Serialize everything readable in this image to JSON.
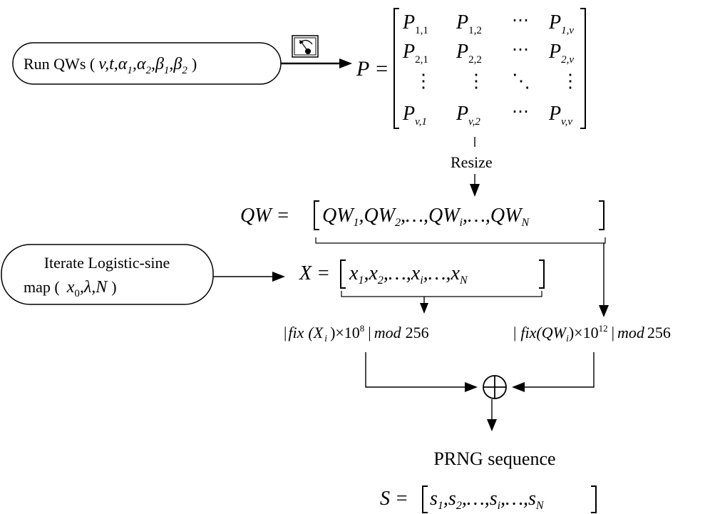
{
  "run_qws": {
    "label": "Run QWs (",
    "params": "v,t,α",
    "sub1": "1",
    "comma_a2": ",α",
    "sub2": "2",
    "comma_b1": ",β",
    "sub3": "1",
    "comma_b2": ",β",
    "sub4": "2",
    "close": ")"
  },
  "matrix": {
    "lhs": "P =",
    "cells": [
      {
        "base": "P",
        "sub": "1,1"
      },
      {
        "base": "P",
        "sub": "1,2"
      },
      {
        "base": "⋯",
        "sub": ""
      },
      {
        "base": "P",
        "sub": "1,v"
      },
      {
        "base": "P",
        "sub": "2,1"
      },
      {
        "base": "P",
        "sub": "2,2"
      },
      {
        "base": "⋯",
        "sub": ""
      },
      {
        "base": "P",
        "sub": "2,v"
      },
      {
        "base": "⋮",
        "sub": ""
      },
      {
        "base": "⋮",
        "sub": ""
      },
      {
        "base": "⋱",
        "sub": ""
      },
      {
        "base": "⋮",
        "sub": ""
      },
      {
        "base": "P",
        "sub": "v,1"
      },
      {
        "base": "P",
        "sub": "v,2"
      },
      {
        "base": "⋯",
        "sub": ""
      },
      {
        "base": "P",
        "sub": "v,v"
      }
    ]
  },
  "resize_label": "Resize",
  "qw": {
    "lhs": "QW =",
    "t1": "QW",
    "s1": "1",
    "t2": ",QW",
    "s2": "2",
    "t3": ",…,QW",
    "s3": "i",
    "t4": ",…,QW",
    "s4": "N"
  },
  "logistic": {
    "line1": "Iterate Logistic-sine",
    "line2_a": "map (",
    "line2_x": "x",
    "line2_sub": "0",
    "line2_b": ",λ,N",
    "line2_c": ")"
  },
  "x_seq": {
    "lhs": "X =",
    "t1": "x",
    "s1": "1",
    "t2": ",x",
    "s2": "2",
    "t3": ",…,x",
    "s3": "i",
    "t4": ",…,x",
    "s4": "N"
  },
  "fix_x": {
    "bar": "|",
    "fn": "fix",
    "arg_open": "(X",
    "arg_sub": "i",
    "arg_close": ")×10",
    "exp": "8",
    "bar2": "|",
    "mod": "mod",
    "n": "256"
  },
  "fix_qw": {
    "bar": "|",
    "fn": "fix",
    "arg_open": "(QW",
    "arg_sub": "i",
    "arg_close": ")×10",
    "exp": "12",
    "bar2": "|",
    "mod": "mod",
    "n": "256"
  },
  "xor_symbol": "⊕",
  "prng_label": "PRNG sequence",
  "s_seq": {
    "lhs": "S =",
    "t1": "s",
    "s1": "1",
    "t2": ",s",
    "s2": "2",
    "t3": ",…,s",
    "s3": "i",
    "t4": ",…,s",
    "s4": "N"
  },
  "icons": {
    "quantum_measure": "measurement-dial-icon"
  }
}
